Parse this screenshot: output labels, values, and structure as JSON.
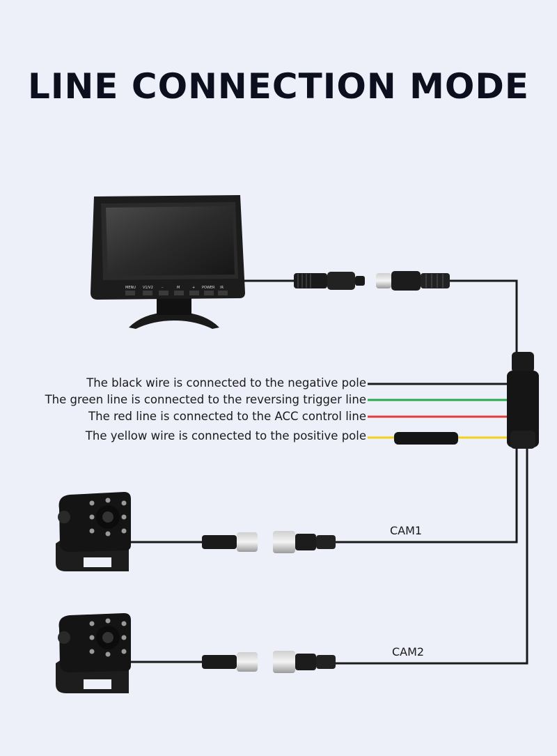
{
  "title": "LINE CONNECTION MODE",
  "wires": [
    {
      "label": "The black wire is connected to the negative pole",
      "color": "#1c1c1c"
    },
    {
      "label": "The green line is connected to the reversing trigger line",
      "color": "#2aa84a"
    },
    {
      "label": "The red line is connected to the ACC control line",
      "color": "#e03a3a"
    },
    {
      "label": "The yellow wire is connected to the positive pole",
      "color": "#f0d020"
    }
  ],
  "cameras": [
    {
      "label": "CAM1"
    },
    {
      "label": "CAM2"
    }
  ],
  "monitor_buttons": [
    "MENU",
    "V1/V2",
    "–",
    "M",
    "+",
    "POWER",
    "IR"
  ]
}
